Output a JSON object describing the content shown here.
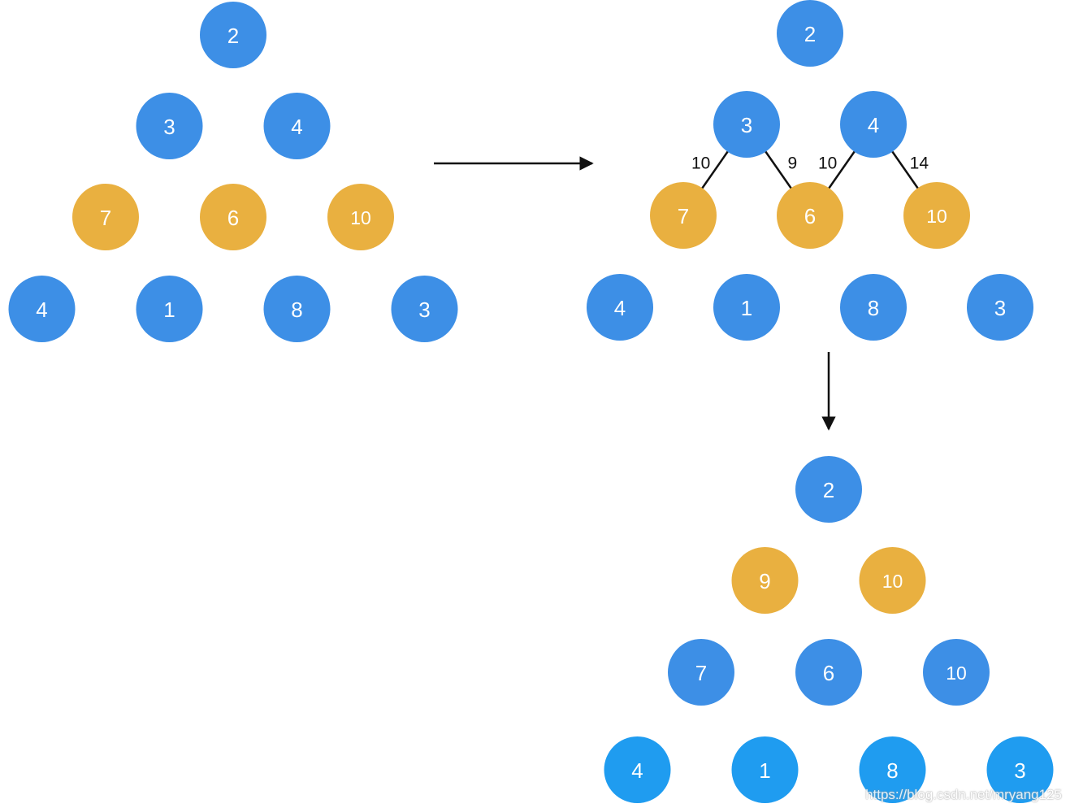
{
  "colors": {
    "blue": "#3d8fe6",
    "blue_bright": "#1f9cf0",
    "orange": "#e9b040",
    "line": "#111111"
  },
  "trees": [
    {
      "id": "before",
      "rows": [
        [
          {
            "label": "2",
            "color": "blue"
          }
        ],
        [
          {
            "label": "3",
            "color": "blue"
          },
          {
            "label": "4",
            "color": "blue"
          }
        ],
        [
          {
            "label": "7",
            "color": "orange"
          },
          {
            "label": "6",
            "color": "orange"
          },
          {
            "label": "10",
            "color": "orange"
          }
        ],
        [
          {
            "label": "4",
            "color": "blue"
          },
          {
            "label": "1",
            "color": "blue"
          },
          {
            "label": "8",
            "color": "blue"
          },
          {
            "label": "3",
            "color": "blue"
          }
        ]
      ]
    },
    {
      "id": "weighted",
      "rows": [
        [
          {
            "label": "2",
            "color": "blue"
          }
        ],
        [
          {
            "label": "3",
            "color": "blue"
          },
          {
            "label": "4",
            "color": "blue"
          }
        ],
        [
          {
            "label": "7",
            "color": "orange"
          },
          {
            "label": "6",
            "color": "orange"
          },
          {
            "label": "10",
            "color": "orange"
          }
        ],
        [
          {
            "label": "4",
            "color": "blue"
          },
          {
            "label": "1",
            "color": "blue"
          },
          {
            "label": "8",
            "color": "blue"
          },
          {
            "label": "3",
            "color": "blue"
          }
        ]
      ],
      "edges": [
        {
          "from": "3",
          "to": "7",
          "weight": "10"
        },
        {
          "from": "3",
          "to": "6",
          "weight": "9"
        },
        {
          "from": "4",
          "to": "6",
          "weight": "10"
        },
        {
          "from": "4",
          "to": "10",
          "weight": "14"
        }
      ]
    },
    {
      "id": "after",
      "rows": [
        [
          {
            "label": "2",
            "color": "blue"
          }
        ],
        [
          {
            "label": "9",
            "color": "orange"
          },
          {
            "label": "10",
            "color": "orange"
          }
        ],
        [
          {
            "label": "7",
            "color": "blue"
          },
          {
            "label": "6",
            "color": "blue"
          },
          {
            "label": "10",
            "color": "blue"
          }
        ],
        [
          {
            "label": "4",
            "color": "blue_bright"
          },
          {
            "label": "1",
            "color": "blue_bright"
          },
          {
            "label": "8",
            "color": "blue_bright"
          },
          {
            "label": "3",
            "color": "blue_bright"
          }
        ]
      ]
    }
  ],
  "watermark": "https://blog.csdn.net/mryang125"
}
